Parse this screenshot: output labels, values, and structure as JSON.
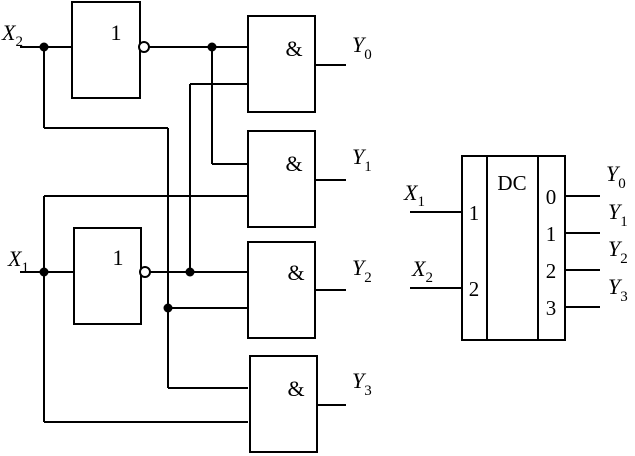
{
  "inverters": [
    {
      "symbol": "1"
    },
    {
      "symbol": "1"
    }
  ],
  "and_gates": [
    {
      "symbol": "&",
      "output": {
        "letter": "Y",
        "index": "0"
      }
    },
    {
      "symbol": "&",
      "output": {
        "letter": "Y",
        "index": "1"
      }
    },
    {
      "symbol": "&",
      "output": {
        "letter": "Y",
        "index": "2"
      }
    },
    {
      "symbol": "&",
      "output": {
        "letter": "Y",
        "index": "3"
      }
    }
  ],
  "inputs": [
    {
      "letter": "X",
      "index": "2"
    },
    {
      "letter": "X",
      "index": "1"
    }
  ],
  "decoder": {
    "title": "DC",
    "inputs": [
      {
        "letter": "X",
        "index": "1",
        "pin": "1"
      },
      {
        "letter": "X",
        "index": "2",
        "pin": "2"
      }
    ],
    "outputs": [
      {
        "pin": "0",
        "letter": "Y",
        "index": "0"
      },
      {
        "pin": "1",
        "letter": "Y",
        "index": "1"
      },
      {
        "pin": "2",
        "letter": "Y",
        "index": "2"
      },
      {
        "pin": "3",
        "letter": "Y",
        "index": "3"
      }
    ]
  }
}
